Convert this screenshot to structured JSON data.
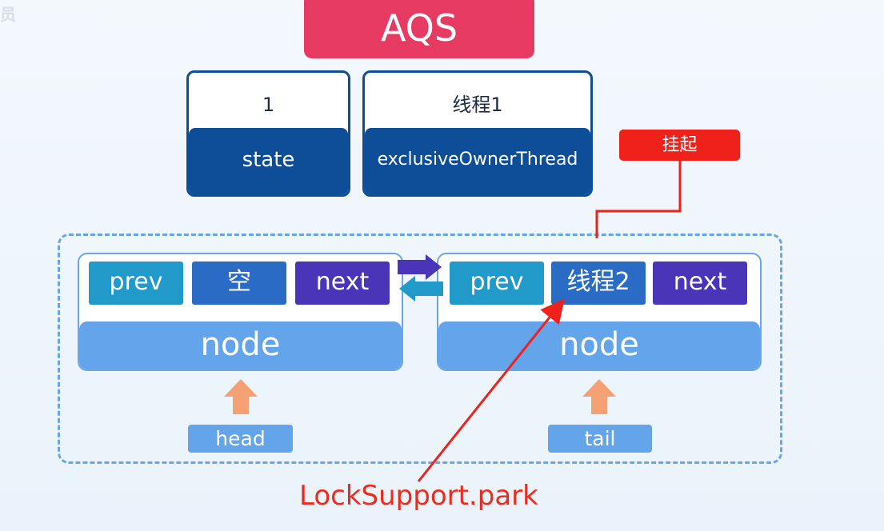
{
  "watermark": "员",
  "title": "AQS",
  "fields": [
    {
      "value": "1",
      "key": "state"
    },
    {
      "value": "线程1",
      "key": "exclusiveOwnerThread"
    }
  ],
  "suspend_label": "挂起",
  "nodes": [
    {
      "prev": "prev",
      "data": "空",
      "next": "next",
      "label": "node"
    },
    {
      "prev": "prev",
      "data": "线程2",
      "next": "next",
      "label": "node"
    }
  ],
  "pointers": {
    "head": "head",
    "tail": "tail"
  },
  "caption": "LockSupport.park",
  "colors": {
    "title_bg": "#e63a63",
    "field_dark": "#0e4d97",
    "node_blue": "#63a4ea",
    "prev_cell": "#2199c9",
    "data_cell": "#2a6bc6",
    "next_cell": "#4a35b8",
    "highlight_red": "#f0201a",
    "pointer_arrow": "#f5a173"
  }
}
